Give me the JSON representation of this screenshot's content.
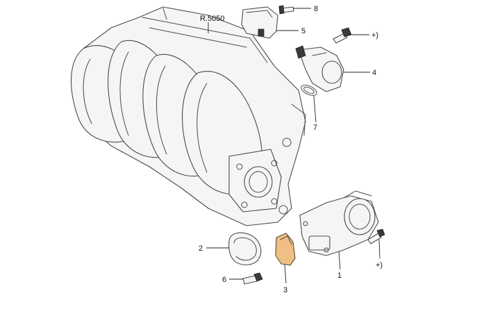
{
  "diagram": {
    "reference_label": "R.5050",
    "callouts": [
      {
        "id": "1",
        "text": "1"
      },
      {
        "id": "2",
        "text": "2"
      },
      {
        "id": "3",
        "text": "3"
      },
      {
        "id": "4",
        "text": "4"
      },
      {
        "id": "5",
        "text": "5"
      },
      {
        "id": "6",
        "text": "6"
      },
      {
        "id": "7",
        "text": "7"
      },
      {
        "id": "8",
        "text": "8"
      },
      {
        "id": "plus_top",
        "text": "+)"
      },
      {
        "id": "plus_bottom",
        "text": "+)"
      }
    ],
    "highlight_color": "#efbf86"
  }
}
